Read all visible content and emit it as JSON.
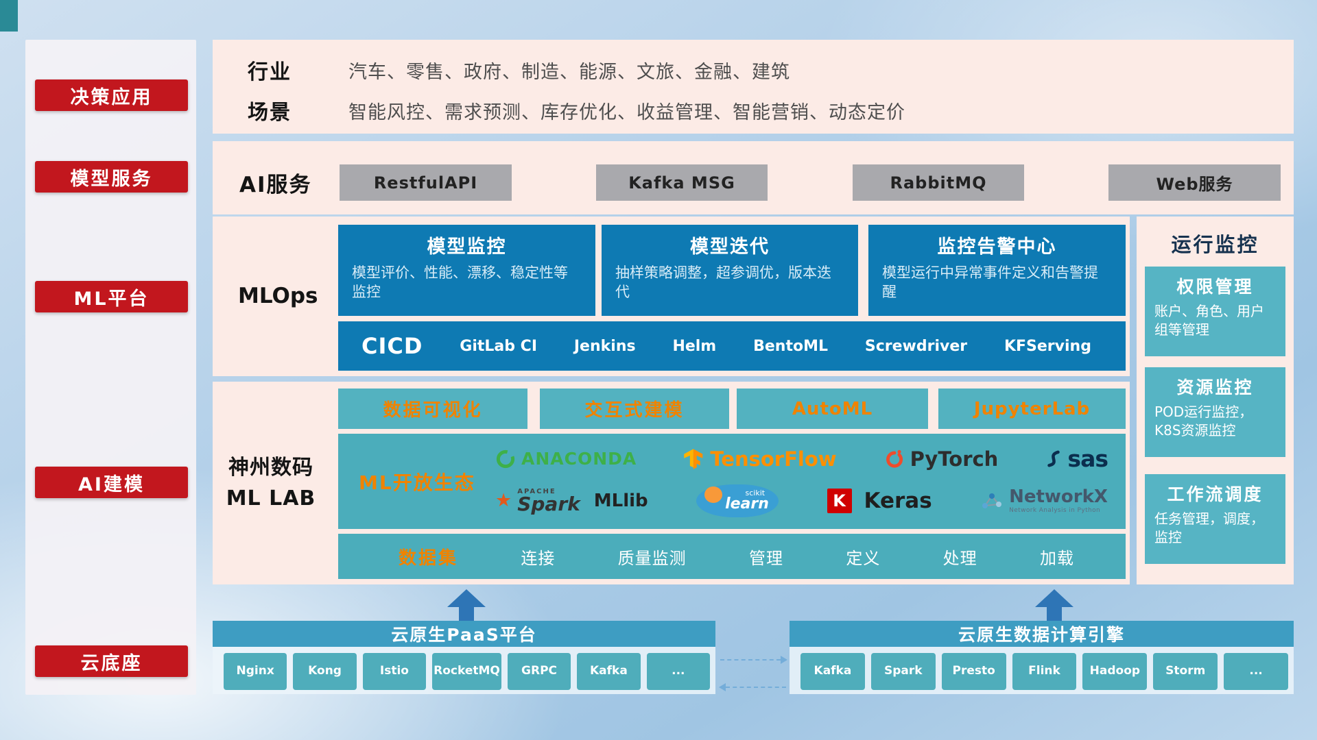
{
  "sidebar": {
    "items": [
      {
        "label": "决策应用"
      },
      {
        "label": "模型服务"
      },
      {
        "label": "ML平台"
      },
      {
        "label": "AI建模"
      },
      {
        "label": "云底座"
      }
    ]
  },
  "apps": {
    "industry_label": "行业",
    "industry_value": "汽车、零售、政府、制造、能源、文旅、金融、建筑",
    "scene_label": "场景",
    "scene_value": "智能风控、需求预测、库存优化、收益管理、智能营销、动态定价"
  },
  "ai_service": {
    "label": "AI服务",
    "items": [
      "RestfulAPI",
      "Kafka MSG",
      "RabbitMQ",
      "Web服务"
    ]
  },
  "mlops": {
    "label": "MLOps",
    "cards": [
      {
        "title": "模型监控",
        "desc": "模型评价、性能、漂移、稳定性等监控"
      },
      {
        "title": "模型迭代",
        "desc": "抽样策略调整，超参调优，版本迭代"
      },
      {
        "title": "监控告警中心",
        "desc": "模型运行中异常事件定义和告警提醒"
      }
    ],
    "cicd_label": "CICD",
    "cicd_items": [
      "GitLab CI",
      "Jenkins",
      "Helm",
      "BentoML",
      "Screwdriver",
      "KFServing"
    ]
  },
  "mllab": {
    "label_line1": "神州数码",
    "label_line2": "ML LAB",
    "tools": [
      "数据可视化",
      "交互式建模",
      "AutoML",
      "JupyterLab"
    ],
    "ecosystem_label": "ML开放生态",
    "logos": {
      "anaconda": "ANACONDA",
      "tensorflow": "TensorFlow",
      "pytorch": "PyTorch",
      "sas": "sas",
      "spark_tag": "APACHE",
      "spark": "Spark",
      "mllib": "MLlib",
      "sklearn_tag": "scikit",
      "sklearn": "learn",
      "keras_k": "K",
      "keras": "Keras",
      "networkx": "NetworkX",
      "networkx_sub": "Network Analysis in Python"
    },
    "dataset_label": "数据集",
    "dataset_items": [
      "连接",
      "质量监测",
      "管理",
      "定义",
      "处理",
      "加载"
    ]
  },
  "monitor": {
    "title": "运行监控",
    "cards": [
      {
        "title": "权限管理",
        "desc": "账户、角色、用户组等管理"
      },
      {
        "title": "资源监控",
        "desc": "POD运行监控，K8S资源监控"
      },
      {
        "title": "工作流调度",
        "desc": "任务管理，调度，监控"
      }
    ]
  },
  "foundation": {
    "paas_title": "云原生PaaS平台",
    "paas_items": [
      "Nginx",
      "Kong",
      "Istio",
      "RocketMQ",
      "GRPC",
      "Kafka",
      "..."
    ],
    "engine_title": "云原生数据计算引擎",
    "engine_items": [
      "Kafka",
      "Spark",
      "Presto",
      "Flink",
      "Hadoop",
      "Storm",
      "..."
    ]
  },
  "colors": {
    "accent_red": "#c2171e",
    "blue_card": "#0e7ab3",
    "teal": "#4badbb",
    "teal_bar": "#3e9dc2",
    "orange_text": "#f08300",
    "pink_panel": "#fcebe6"
  }
}
